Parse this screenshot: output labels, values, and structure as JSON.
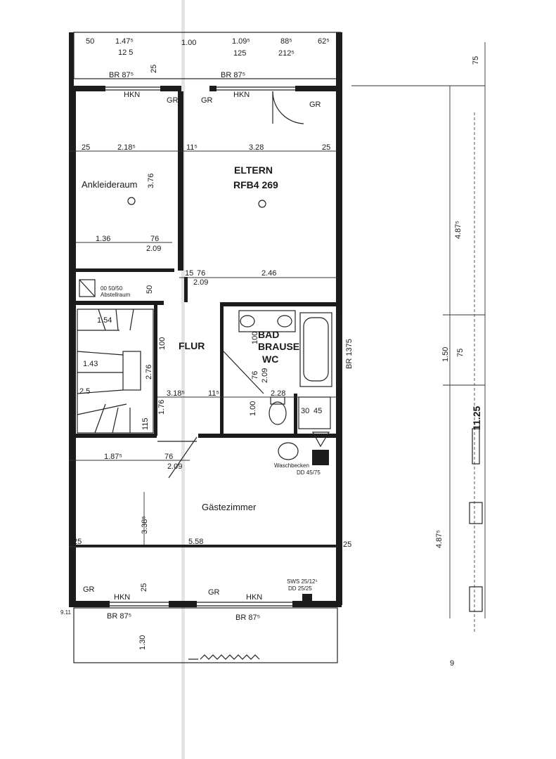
{
  "rooms": {
    "eltern": "ELTERN",
    "eltern_area": "RFB4 269",
    "ankleide": "Ankleideraum",
    "flur": "FLUR",
    "bad1": "BAD",
    "bad2": "BRAUSE",
    "bad3": "WC",
    "gaeste": "Gästezimmer",
    "abstell1": "00 50/50",
    "abstell2": "Abstellraum",
    "wasch1": "Waschbecken",
    "wasch2": "DD 45/75"
  },
  "dims": {
    "t1": "50",
    "t2": "1.47⁵",
    "t3": "12 5",
    "t4": "1.00",
    "t5": "1.09⁵",
    "t6": "125",
    "t7": "88⁵",
    "t8": "212⁵",
    "t9": "62⁵",
    "t10": "75",
    "br1": "BR 87⁵",
    "br2": "BR 87⁵",
    "v25a": "25",
    "hkn1": "HKN",
    "hkn2": "HKN",
    "gr1": "GR",
    "gr2": "GR",
    "gr3": "GR",
    "a1": "25",
    "a2": "2.18⁵",
    "a3": "11⁵",
    "a4": "3.28",
    "a5": "25",
    "v376": "3.76",
    "b1": "1.36",
    "b2": "76",
    "b3": "2.09",
    "b4": "76",
    "b5": "2.09",
    "b6": "2.46",
    "b7": "15",
    "v50": "50",
    "f1": "1.54",
    "f2": "1.43",
    "f3": "2.5",
    "f4": "100",
    "f5": "2.76",
    "f6": "3.18⁵",
    "f7": "11⁵",
    "f8": "2.28",
    "f9": "1.76",
    "f10": "115",
    "f11": "1.00",
    "f12": "2.09",
    "f13": "76",
    "f14": "100",
    "f15": "30",
    "f16": "45",
    "br1375": "BR 1375",
    "g1": "1.87⁵",
    "g2": "76",
    "g3": "2.09",
    "g4": "3.38⁵",
    "g5": "25",
    "g6": "5.58",
    "g7": "25",
    "r1": "4.87⁵",
    "r2": "1.50",
    "r3": "75",
    "r4": "11.25",
    "r5": "4.87⁵",
    "r6": "75",
    "sws1": "SWS 25/12⁵",
    "sws2": "DD 25/25",
    "gr4": "GR",
    "gr5": "GR",
    "hkn3": "HKN",
    "hkn4": "HKN",
    "v25b": "25",
    "br3": "BR 87⁵",
    "br4": "BR 87⁵",
    "v130": "1.30",
    "v911": "9.11",
    "bottom_right": "9"
  }
}
